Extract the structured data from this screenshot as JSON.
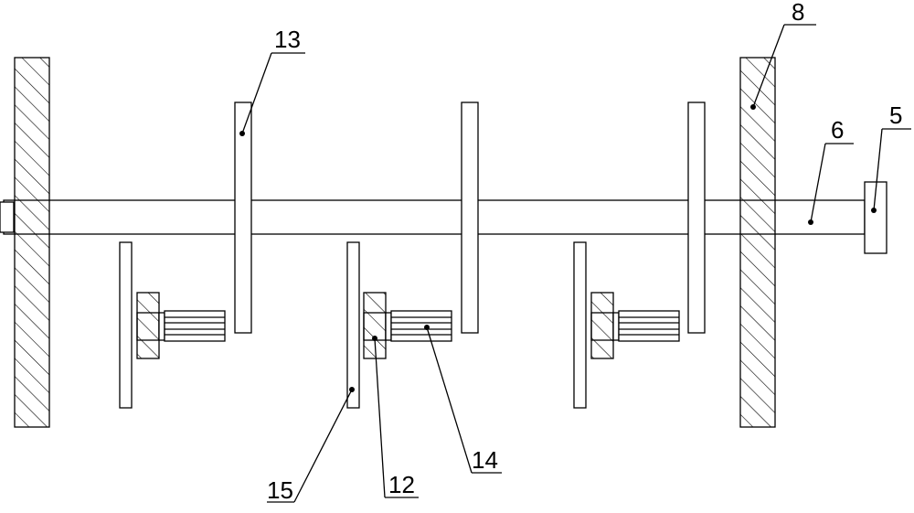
{
  "diagram": {
    "part_labels": {
      "part_13": "13",
      "part_8": "8",
      "part_6": "6",
      "part_5": "5",
      "part_15": "15",
      "part_12": "12",
      "part_14": "14"
    }
  }
}
